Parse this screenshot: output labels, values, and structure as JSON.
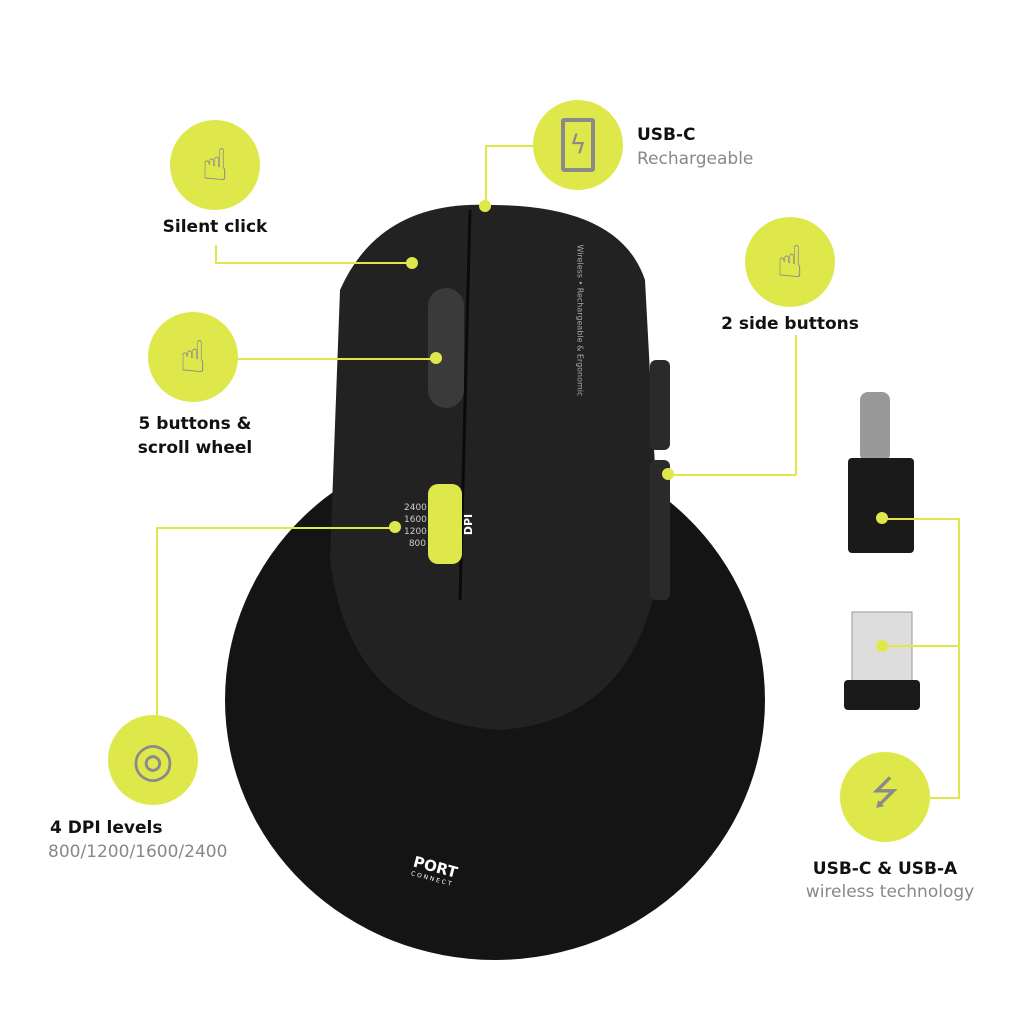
{
  "features": [
    {
      "title": "Silent click",
      "subtitle": "",
      "icon": "silent-icon"
    },
    {
      "title": "USB-C",
      "subtitle": "Rechargeable",
      "icon": "battery-icon"
    },
    {
      "title": "2 side buttons",
      "subtitle": "",
      "icon": "touch-icon"
    },
    {
      "title": "5 buttons &",
      "title2": "scroll wheel",
      "icon": "touch-icon"
    },
    {
      "title": "4 DPI levels",
      "subtitle": "800/1200/1600/2400",
      "icon": "target-icon"
    },
    {
      "title": "USB-C & USB-A",
      "subtitle": "wireless technology",
      "icon": "usb-icon"
    }
  ],
  "mouse": {
    "dpi_label": "DPI",
    "dpi_levels": [
      "2400",
      "1600",
      "1200",
      "800"
    ],
    "side_text": "Wireless • Rechargeable & Ergonomic",
    "brand": "PORT",
    "brand_sub": "CONNECT"
  },
  "colors": {
    "accent": "#dfe84a",
    "icon": "#8a8a8a",
    "mouse": "#1c1c1c"
  }
}
